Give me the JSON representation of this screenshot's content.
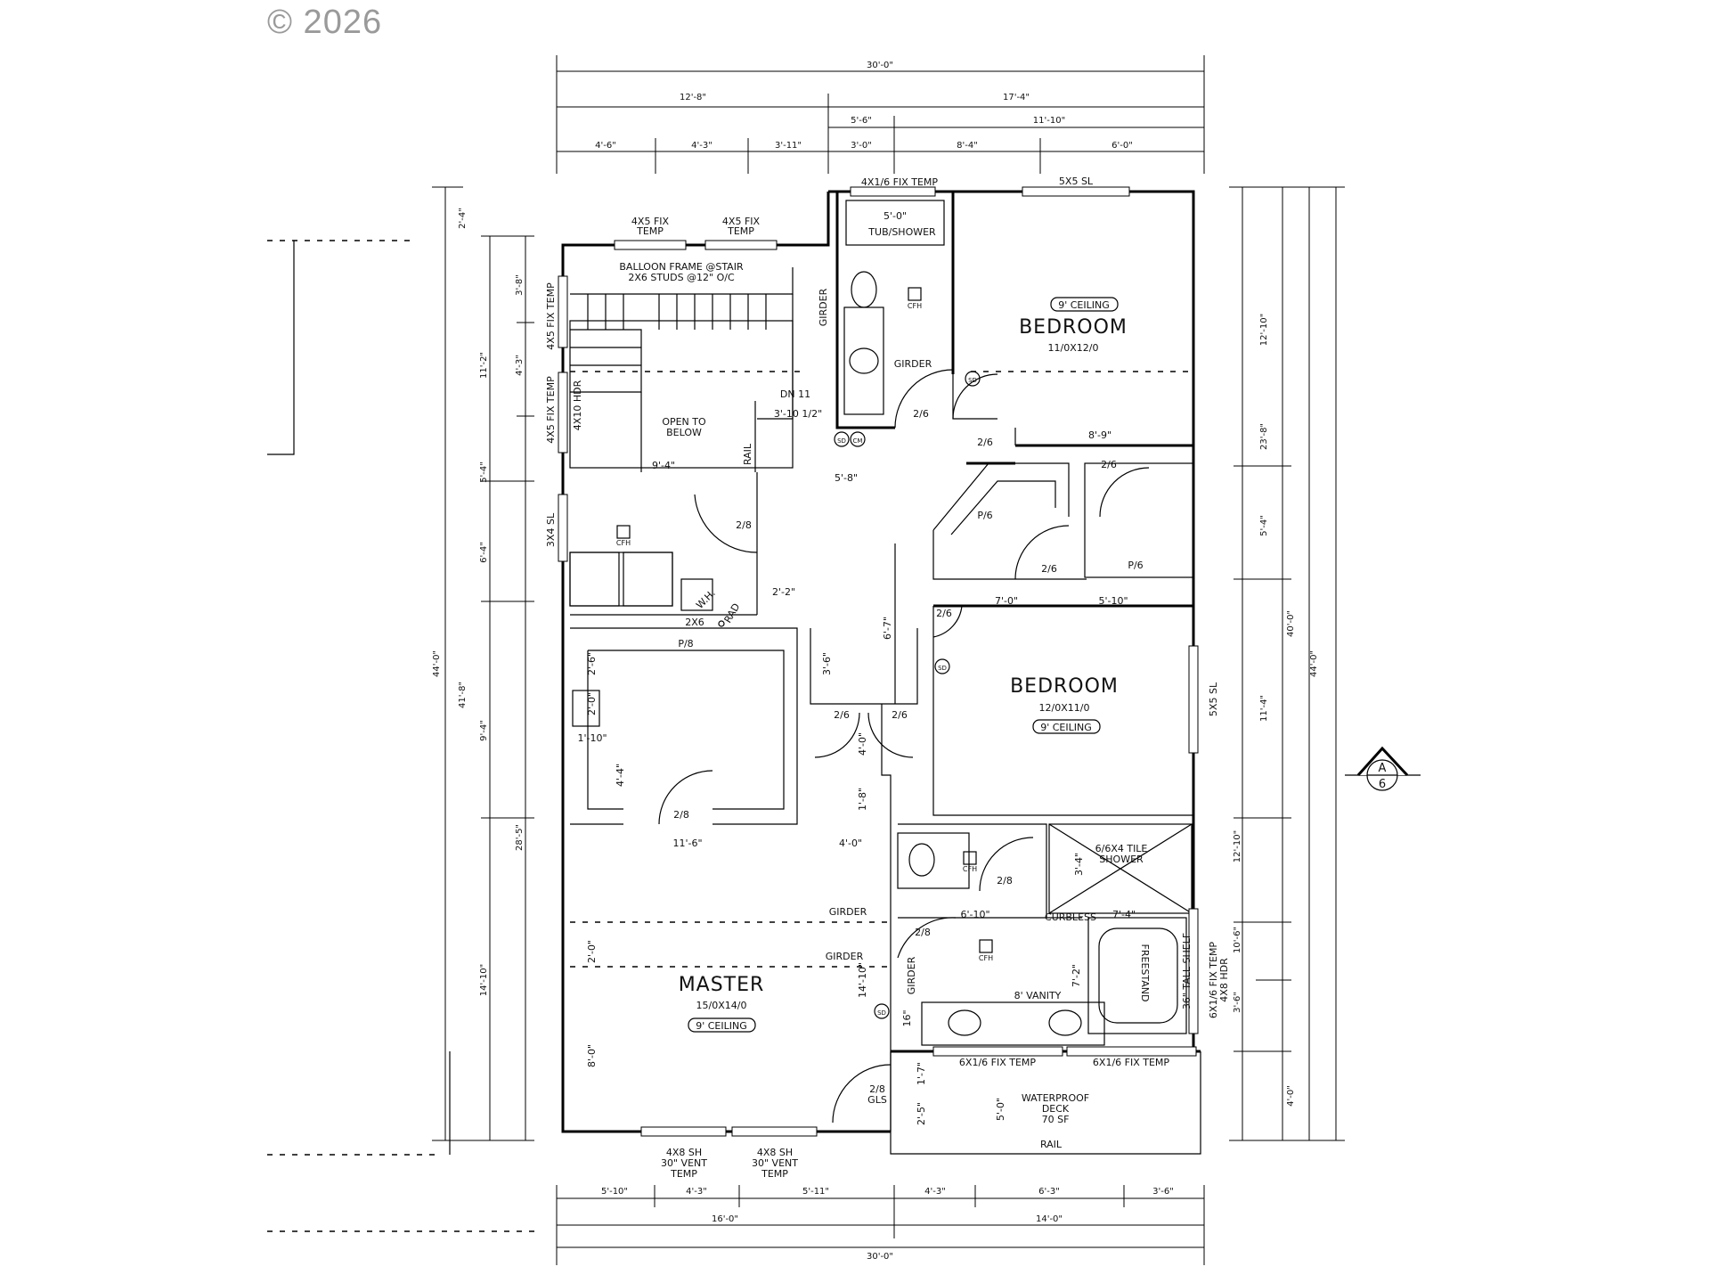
{
  "copyright": "© 2026",
  "dims_top": {
    "overall": "30'-0\"",
    "row2": [
      "12'-8\"",
      "17'-4\""
    ],
    "row3": [
      "5'-6\"",
      "11'-10\""
    ],
    "row4": [
      "4'-6\"",
      "4'-3\"",
      "3'-11\"",
      "3'-0\"",
      "8'-4\"",
      "6'-0\""
    ]
  },
  "dims_bottom": {
    "row1": [
      "5'-10\"",
      "4'-3\"",
      "5'-11\"",
      "4'-3\"",
      "6'-3\"",
      "3'-6\""
    ],
    "row2": [
      "16'-0\"",
      "14'-0\""
    ],
    "overall": "30'-0\""
  },
  "dims_left": {
    "overall": "44'-0\"",
    "mid": [
      "2'-4\"",
      "11'-2\"",
      "5'-4\"",
      "6'-4\"",
      "9'-4\"",
      "41'-8\"",
      "28'-5\"",
      "14'-10\""
    ],
    "inner": [
      "3'-8\"",
      "4'-3\""
    ]
  },
  "dims_right": {
    "overall": "44'-0\"",
    "mid": [
      "40'-0\"",
      "23'-8\""
    ],
    "inner": [
      "12'-10\"",
      "5'-4\"",
      "11'-4\"",
      "12'-10\"",
      "10'-6\"",
      "3'-6\"",
      "4'-0\""
    ]
  },
  "rooms": {
    "bedroom1": {
      "name": "BEDROOM",
      "size": "11/0X12/0",
      "ceiling": "9' CEILING"
    },
    "bedroom2": {
      "name": "BEDROOM",
      "size": "12/0X11/0",
      "ceiling": "9' CEILING"
    },
    "master": {
      "name": "MASTER",
      "size": "15/0X14/0",
      "ceiling": "9' CEILING"
    }
  },
  "labels": {
    "win_top_bath": "4X1/6 FIX TEMP",
    "win_top_bed": "5X5 SL",
    "win_stair_1": "4X5 FIX\nTEMP",
    "win_stair_2": "4X5 FIX\nTEMP",
    "tub": "5'-0\"",
    "tub_shower": "TUB/SHOWER",
    "balloon": "BALLOON FRAME @STAIR",
    "studs": "2X6 STUDS @12\" O/C",
    "open_below_1": "OPEN TO",
    "open_below_2": "BELOW",
    "girder": "GIRDER",
    "dn": "DN 11",
    "rail": "RAIL",
    "hdr": "4X10 HDR",
    "fix_temp_left1": "4X5 FIX TEMP",
    "fix_temp_left2": "4X5 FIX TEMP",
    "sl_left": "3X4 SL",
    "sd": "SD",
    "cfh": "CFH",
    "cm": "CM",
    "d_2_6": "2/6",
    "d_2_8": "2/8",
    "p_6": "P/6",
    "p_8": "P/8",
    "bath_dim": "5'-8\"",
    "hall_dim": "8'-9\"",
    "dim_3_10": "3'-10 1/2\"",
    "dim_9_4": "9'-4\"",
    "dim_2_2": "2'-2\"",
    "dim_2x6": "2X6",
    "dim_7_0": "7'-0\"",
    "dim_5_10": "5'-10\"",
    "dim_6_7": "6'-7\"",
    "dim_3_6": "3'-6\"",
    "dim_2_6b": "2'-6\"",
    "dim_2_0": "2'-0\"",
    "dim_1_10": "1'-10\"",
    "dim_4_4": "4'-4\"",
    "dim_1_8": "1'-8\"",
    "dim_11_6": "11'-6\"",
    "dim_4_0": "4'-0\"",
    "dim_6_10": "6'-10\"",
    "dim_7_4": "7'-4\"",
    "dim_7_2": "7'-2\"",
    "dim_14_10": "14'-10\"",
    "dim_8_0": "8'-0\"",
    "dim_5_0": "5'-0\"",
    "dim_1_7": "1'-7\"",
    "dim_2_5": "2'-5\"",
    "dim_3_4": "3'-4\"",
    "dim_16": "16\"",
    "dim_1_4": "11'-4\"",
    "wh": "W.H.",
    "rad": "RAD",
    "tile_shower_1": "6/6X4 TILE",
    "tile_shower_2": "SHOWER",
    "curbless": "CURBLESS",
    "vanity": "8' VANITY",
    "freestand": "FREESTAND",
    "tall_shelf": "36\" TALL SHELF",
    "fix_right": "6X1/6 FIX TEMP",
    "hdr_right": "4X8 HDR",
    "sl_right": "5X5 SL",
    "fix_deck1": "6X1/6 FIX TEMP",
    "fix_deck2": "6X1/6 FIX TEMP",
    "deck_1": "WATERPROOF",
    "deck_2": "DECK",
    "deck_3": "70 SF",
    "deck_rail": "RAIL",
    "gls": "GLS",
    "sh1_1": "4X8 SH",
    "sh1_2": "30\" VENT",
    "sh1_3": "TEMP",
    "sh2_1": "4X8 SH",
    "sh2_2": "30\" VENT",
    "sh2_3": "TEMP",
    "section_a": "A",
    "section_n": "6"
  }
}
